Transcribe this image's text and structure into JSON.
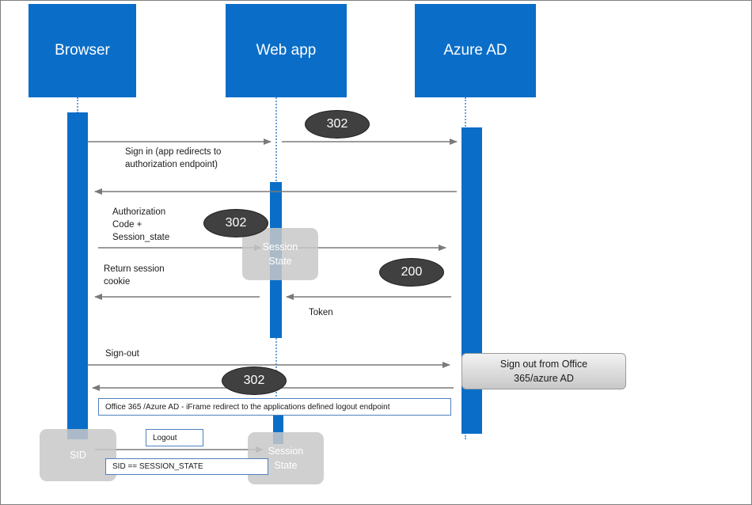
{
  "actors": {
    "browser": "Browser",
    "webapp": "Web app",
    "azure": "Azure AD"
  },
  "badges": {
    "b1": "302",
    "b2": "302",
    "b3": "200",
    "b4": "302"
  },
  "messages": {
    "signin": "Sign in (app redirects to\nauthorization endpoint)",
    "authcode": "Authorization\nCode +\nSession_state",
    "return_cookie": "Return session\ncookie",
    "token": "Token",
    "signout": "Sign-out"
  },
  "boxes": {
    "session_state_1": "Session\nState",
    "session_state_2": "Session\nState",
    "sid": "SID",
    "signout_office": "Sign out from Office\n365/azure AD",
    "iframe_note": "Office 365 /Azure AD - iFrame redirect to the applications defined logout endpoint",
    "logout": "Logout",
    "sid_eq": "SID == SESSION_STATE"
  },
  "colors": {
    "actor_blue": "#0a6ec8",
    "arrow_gray": "#7a7a7a",
    "badge_dark": "#404040",
    "note_border": "#4f81bd"
  }
}
